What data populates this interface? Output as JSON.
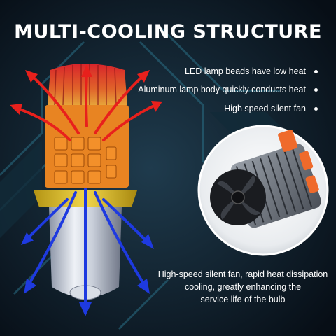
{
  "title": "MULTI-COOLING STRUCTURE",
  "features": [
    {
      "text": "LED lamp beads have low heat"
    },
    {
      "text": "Aluminum lamp body quickly conducts heat"
    },
    {
      "text": "High speed silent fan"
    }
  ],
  "description": {
    "lines": [
      "High-speed silent fan, rapid heat dissipation",
      "cooling, greatly enhancing the",
      "service life of the bulb"
    ]
  },
  "colors": {
    "background": "#0b1622",
    "heat_arrow": "#e8201c",
    "cool_arrow": "#1e3ae0",
    "led": "#f07a10"
  },
  "icons": [
    "bullet-dot-icon",
    "heat-arrow-icon",
    "cool-arrow-icon"
  ]
}
